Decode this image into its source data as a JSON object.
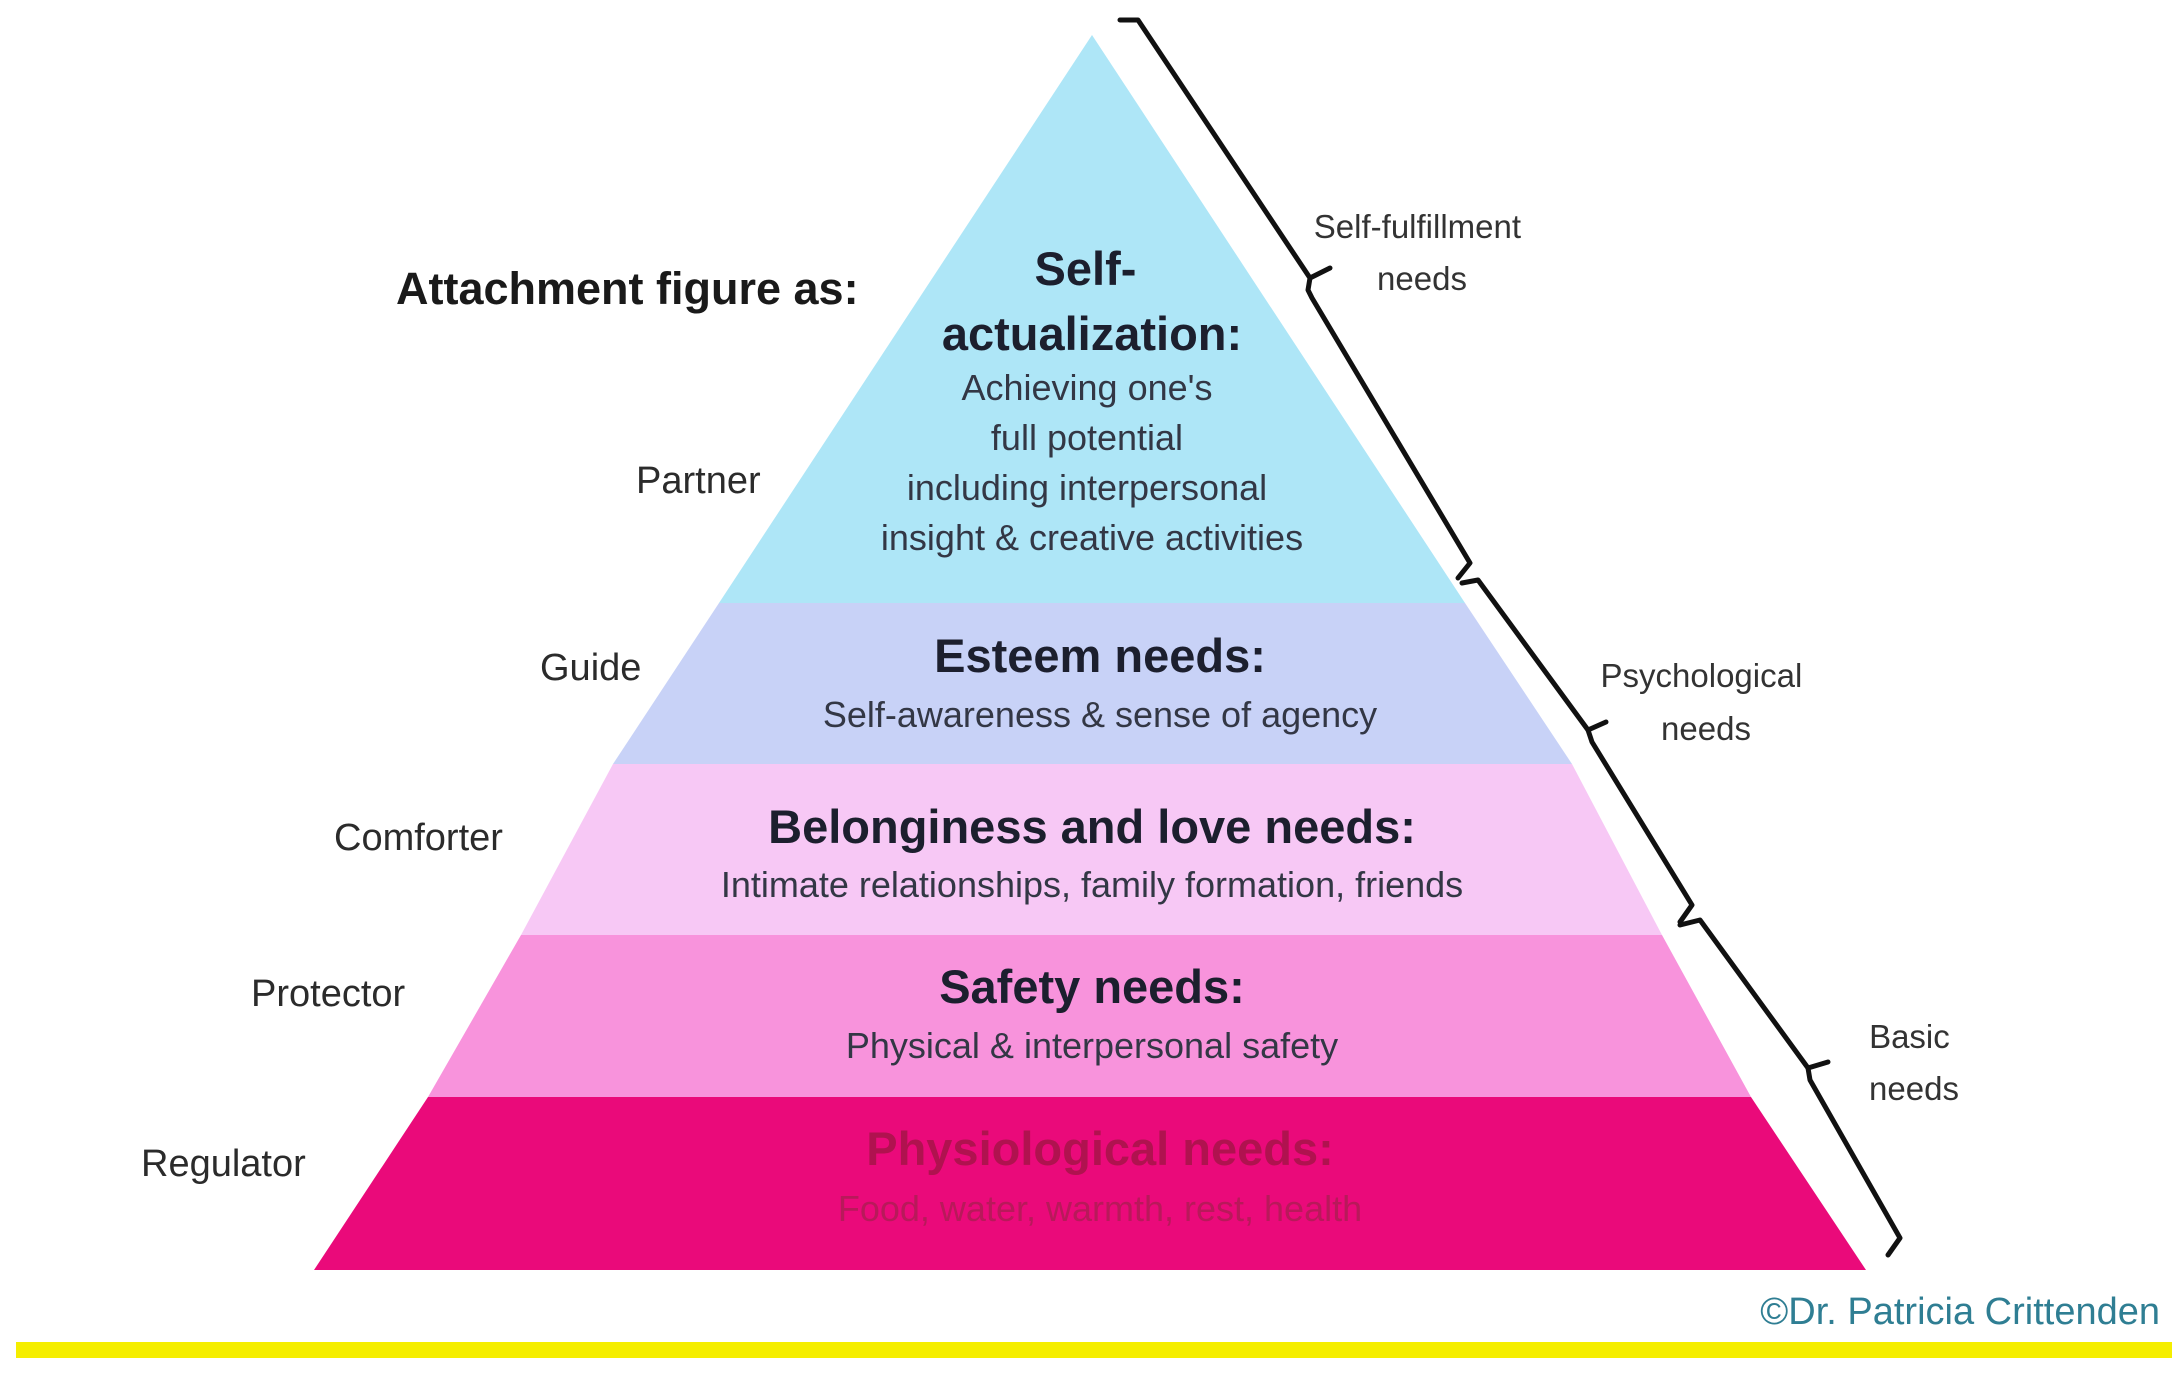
{
  "title": "Attachment figure as:",
  "levels": [
    {
      "heading_lines": [
        "Self-",
        "actualization:"
      ],
      "desc_lines": [
        "Achieving one's",
        "full potential",
        "including interpersonal",
        "insight & creative activities"
      ],
      "role": "Partner",
      "color": "#aee6f7"
    },
    {
      "heading_lines": [
        "Esteem needs:"
      ],
      "desc_lines": [
        "Self-awareness & sense of agency"
      ],
      "role": "Guide",
      "color": "#c8d2f7"
    },
    {
      "heading_lines": [
        "Belonginess and love needs:"
      ],
      "desc_lines": [
        "Intimate relationships, family formation, friends"
      ],
      "role": "Comforter",
      "color": "#f7c8f5"
    },
    {
      "heading_lines": [
        "Safety needs:"
      ],
      "desc_lines": [
        "Physical & interpersonal safety"
      ],
      "role": "Protector",
      "color": "#f893dc"
    },
    {
      "heading_lines": [
        "Physiological needs:"
      ],
      "desc_lines": [
        "Food, water, warmth, rest, health"
      ],
      "role": "Regulator",
      "color": "#ea0a7a"
    }
  ],
  "brackets": [
    {
      "label_lines": [
        "Self-fulfillment",
        "needs"
      ]
    },
    {
      "label_lines": [
        "Psychological",
        "needs"
      ]
    },
    {
      "label_lines": [
        "Basic",
        "needs"
      ]
    }
  ],
  "copyright": "©Dr. Patricia Crittenden",
  "colors": {
    "divider": "#f5ee00",
    "copyright": "#2f7e93",
    "bracket": "#111111"
  }
}
